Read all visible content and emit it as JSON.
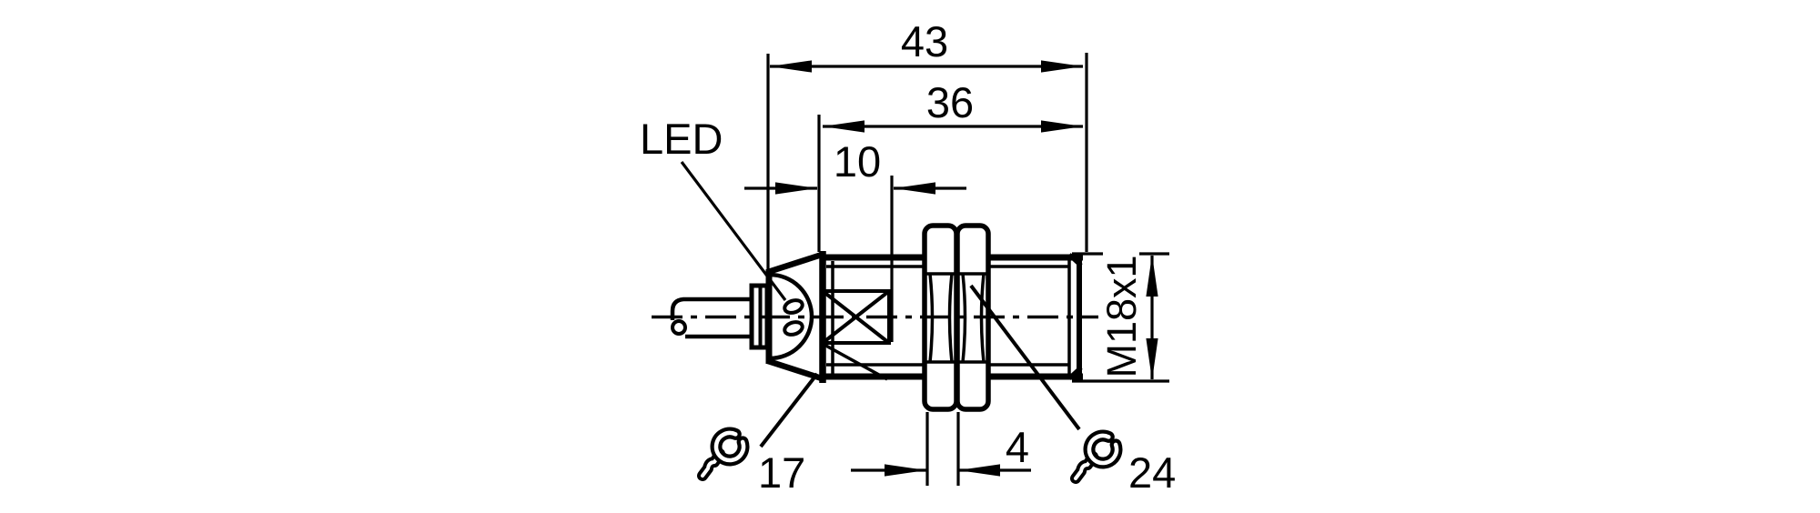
{
  "drawing": {
    "description": "Dimensional technical drawing of an M18 threaded cylindrical inductive proximity sensor with cable, LED head and two lock nuts, side view",
    "colors": {
      "line": "#000000",
      "background": "#ffffff"
    },
    "dimensions": {
      "overall_length": "43",
      "barrel_length": "36",
      "head_length": "10",
      "nut_thickness": "4"
    },
    "labels": {
      "led": "LED",
      "thread": "M18x1",
      "wrench_flats_head": "17",
      "wrench_flats_nut": "24"
    }
  }
}
